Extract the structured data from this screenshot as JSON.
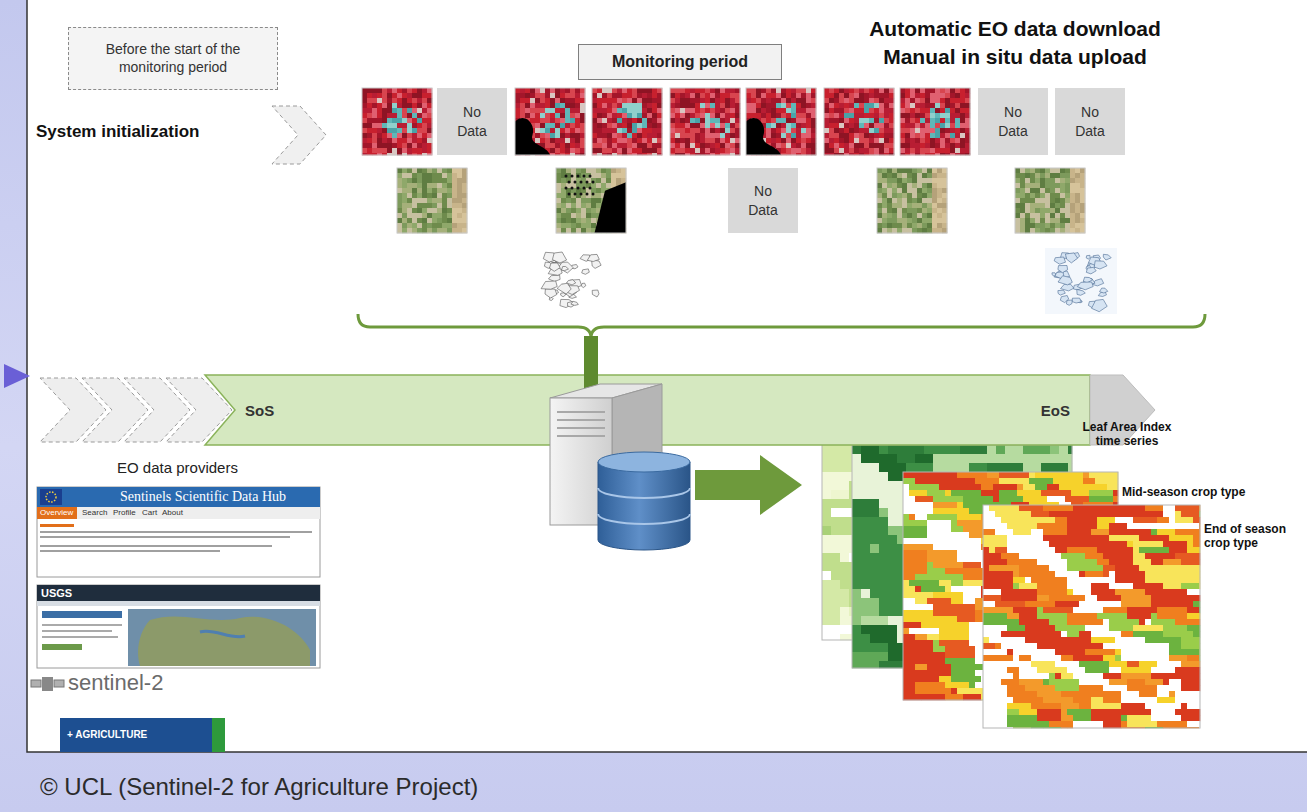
{
  "diagram": {
    "caption": "© UCL (Sentinel-2 for Agriculture Project)",
    "nodes": [
      {
        "text": [
          "Before the start of the monitoring period"
        ]
      },
      {
        "text": [
          "Monitoring period"
        ]
      },
      {
        "text": [
          "No Data"
        ]
      },
      {
        "text": [
          "No Data"
        ]
      },
      {
        "text": [
          "No Data"
        ]
      },
      {
        "text": [
          "No Data"
        ]
      },
      {
        "text": [
          "SoS",
          "EoS"
        ]
      }
    ],
    "labels": [
      "Automatic EO data download",
      "Manual in situ data upload",
      "System initialization",
      "Leaf Area Index time series",
      "Mid-season crop type",
      "End of season crop type",
      "EO data providers",
      "Sentinels Scientific Data Hub",
      "Overview",
      "Search",
      "Profile",
      "Cart",
      "About",
      "USGS",
      "sentinel-2",
      "+ AGRICULTURE"
    ]
  }
}
